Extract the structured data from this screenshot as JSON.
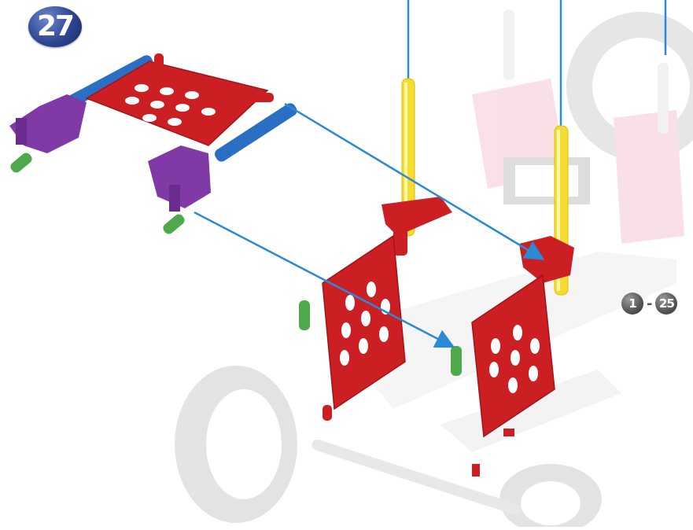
{
  "step": {
    "number": "27"
  },
  "reference_range": {
    "from": "1",
    "separator": "-",
    "to": "25"
  },
  "colors": {
    "red_part": "#cc1f24",
    "blue_rod": "#2a6fc4",
    "yellow_rod": "#f4dd2e",
    "purple_connector": "#7f3aa6",
    "green_clip": "#4fa84a",
    "guide_arrow": "#2a8ad6",
    "ghost_model": "#d9d9d9",
    "step_badge": "#2c4592"
  },
  "icons": [
    "step-number-badge",
    "reference-range-badges",
    "guide-arrow-icon"
  ]
}
